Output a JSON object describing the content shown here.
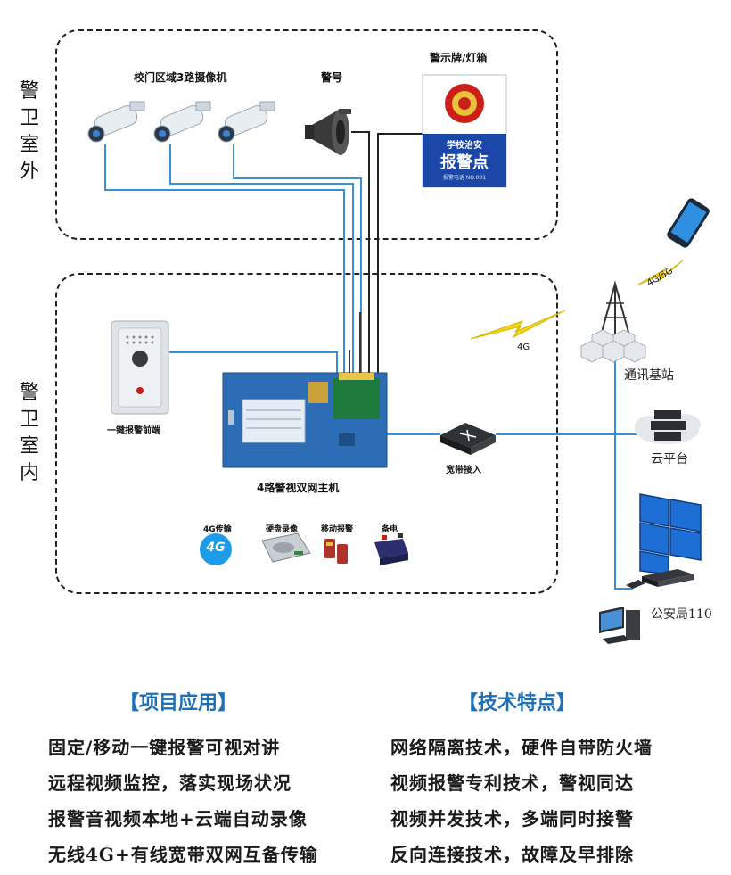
{
  "zones": {
    "outside": "警卫室外",
    "inside": "警卫室内"
  },
  "labels": {
    "cameras": "校门区域3路摄像机",
    "siren": "警号",
    "sign": "警示牌/灯箱",
    "sign_line1": "学校治安",
    "sign_line2": "报警点",
    "sign_line3": "报警电话 NO.001",
    "panic_button": "一键报警前端",
    "host": "4路警视双网主机",
    "feat_4g": "4G传输",
    "feat_hdd": "硬盘录像",
    "feat_mobile": "移动报警",
    "feat_battery": "备电",
    "broadband": "宽带接入",
    "wireless_4g": "4G",
    "mobile_net": "4G/5G",
    "base_station": "通讯基站",
    "cloud": "云平台",
    "police": "公安局110",
    "icon_4g": "4G"
  },
  "sections": {
    "left": {
      "title": "【项目应用】",
      "items": [
        "固定/移动一键报警可视对讲",
        "远程视频监控，落实现场状况",
        "报警音视频本地+云端自动录像",
        "无线4G+有线宽带双网互备传输"
      ]
    },
    "right": {
      "title": "【技术特点】",
      "items": [
        "网络隔离技术，硬件自带防火墙",
        "视频报警专利技术，警视同达",
        "视频并发技术，多端同时接警",
        "反向连接技术，故障及早排除"
      ]
    }
  },
  "colors": {
    "line_blue": "#3b8fd6",
    "heading_blue": "#1f6fb5",
    "box_blue": "#2c6db5",
    "sign_blue": "#1a47a8",
    "emblem_red": "#cc1f1a"
  }
}
